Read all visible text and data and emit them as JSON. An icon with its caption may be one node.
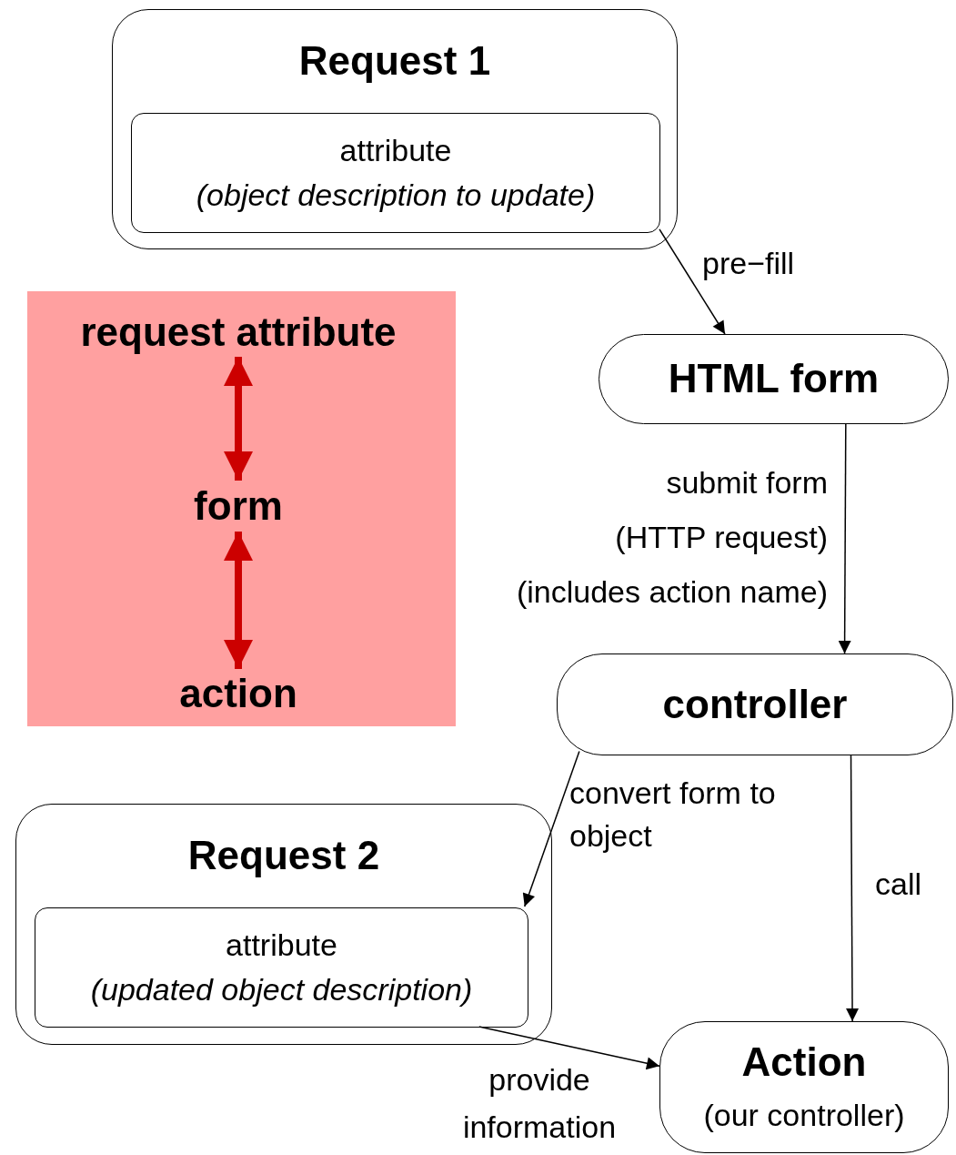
{
  "diagram": {
    "nodes": [
      {
        "text": [
          "Request 1"
        ]
      },
      {
        "text": [
          "attribute",
          "(object description to update)"
        ],
        "in": 0
      },
      {
        "text": [],
        "shape": "box"
      },
      {
        "text": [
          "request attribute"
        ],
        "in": 2
      },
      {
        "text": [
          "form"
        ],
        "in": 2
      },
      {
        "text": [
          "action"
        ],
        "in": 2
      },
      {
        "text": [
          "HTML form"
        ]
      },
      {
        "text": [
          "controller"
        ]
      },
      {
        "text": [
          "Request 2"
        ]
      },
      {
        "text": [
          "attribute",
          "(updated object description)"
        ],
        "in": 8
      },
      {
        "text": [
          "Action",
          "(our controller)"
        ]
      }
    ],
    "edges": [
      {
        "from": 1,
        "to": 6,
        "arrow": "to",
        "label": "pre−fill"
      },
      {
        "from": 3,
        "to": 4,
        "arrow": "both",
        "style": "thick",
        "color": "#cc0000"
      },
      {
        "from": 4,
        "to": 5,
        "arrow": "both",
        "style": "thick",
        "color": "#cc0000"
      },
      {
        "from": 6,
        "to": 7,
        "arrow": "to",
        "label": "submit form (HTTP request) (includes action name)"
      },
      {
        "from": 7,
        "to": 9,
        "arrow": "to",
        "label": "convert form to object"
      },
      {
        "from": 7,
        "to": 10,
        "arrow": "to",
        "label": "call"
      },
      {
        "from": 9,
        "to": 10,
        "arrow": "to",
        "label": "provide information"
      }
    ]
  }
}
